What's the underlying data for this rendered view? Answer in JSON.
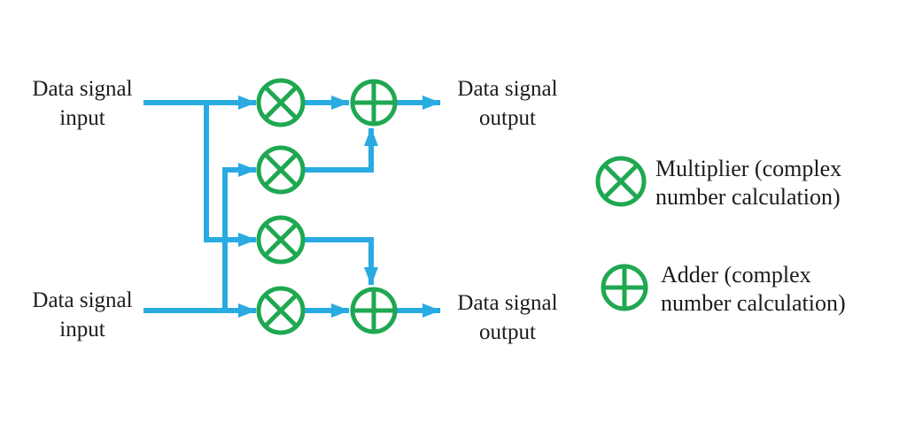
{
  "colors": {
    "background": "#ffffff",
    "arrow_cyan": "#29ABE2",
    "symbol_green": "#1FA851",
    "text": "#1c1c1c"
  },
  "labels": {
    "input_top": {
      "line1": "Data signal",
      "line2": "input"
    },
    "input_bottom": {
      "line1": "Data signal",
      "line2": "input"
    },
    "output_top": {
      "line1": "Data signal",
      "line2": "output"
    },
    "output_bottom": {
      "line1": "Data signal",
      "line2": "output"
    }
  },
  "legend": {
    "multiplier": {
      "icon": "circle-x-multiplier-icon",
      "line1": "Multiplier (complex",
      "line2": "number calculation)"
    },
    "adder": {
      "icon": "circle-plus-adder-icon",
      "line1": "Adder (complex",
      "line2": "number calculation)"
    }
  },
  "structure": {
    "connections": [
      "input1 -> multiplier1",
      "input1 -> multiplier3",
      "input2 -> multiplier2",
      "input2 -> multiplier4",
      "multiplier1 -> adder1",
      "multiplier2 -> adder1",
      "multiplier3 -> adder2",
      "multiplier4 -> adder2",
      "adder1 -> output1",
      "adder2 -> output2"
    ]
  }
}
